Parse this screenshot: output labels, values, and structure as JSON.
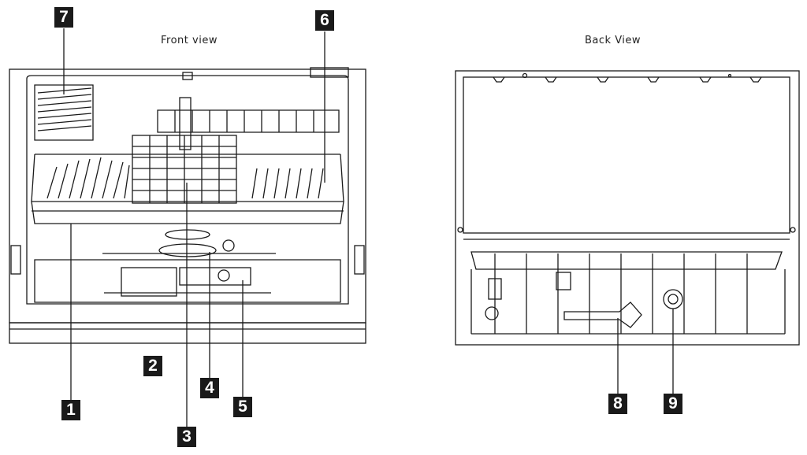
{
  "front": {
    "title": "Front view"
  },
  "back": {
    "title": "Back  View"
  },
  "callouts": [
    "1",
    "2",
    "3",
    "4",
    "5",
    "6",
    "7",
    "8",
    "9"
  ],
  "colors": {
    "line": "#1a1a1a",
    "callout_bg": "#1a1a1a",
    "callout_text": "#ffffff"
  }
}
